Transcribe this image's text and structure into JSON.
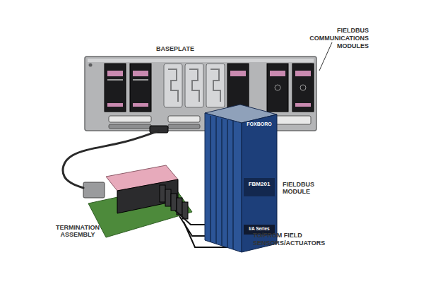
{
  "diagram": {
    "nodes": [
      {
        "text": [
          "BASEPLATE"
        ]
      },
      {
        "text": [
          "FOXBORO",
          "FBM201",
          "I/A Series",
          "FIELDBUS MODULE"
        ]
      },
      {
        "text": [
          "TERMINATION ASSEMBLY"
        ]
      }
    ],
    "edges": [
      {
        "from": 2,
        "to": 0,
        "arrow": "none"
      }
    ],
    "labels": [
      "FIELDBUS COMMUNICATIONS MODULES",
      "TO/FROM FIELD SENSORS/ACTUATORS"
    ]
  }
}
